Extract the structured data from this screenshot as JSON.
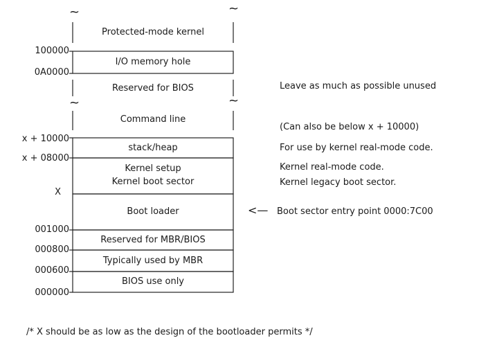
{
  "regions": [
    {
      "id": "protected-mode-kernel",
      "label": "Protected-mode kernel"
    },
    {
      "id": "io-memory-hole",
      "label": "I/O memory hole"
    },
    {
      "id": "reserved-for-bios",
      "label": "Reserved for BIOS"
    },
    {
      "id": "command-line",
      "label": "Command line"
    },
    {
      "id": "stack-heap",
      "label": "stack/heap"
    },
    {
      "id": "kernel-setup",
      "label": "Kernel setup"
    },
    {
      "id": "kernel-boot-sector",
      "label": "Kernel boot sector"
    },
    {
      "id": "boot-loader",
      "label": "Boot loader"
    },
    {
      "id": "reserved-mbr-bios",
      "label": "Reserved for MBR/BIOS"
    },
    {
      "id": "typically-mbr",
      "label": "Typically used by MBR"
    },
    {
      "id": "bios-use-only",
      "label": "BIOS use only"
    }
  ],
  "addresses": {
    "a100000": "100000",
    "a0a0000": "0A0000",
    "x10000": "x + 10000",
    "x08000": "x + 08000",
    "x": "X",
    "a001000": "001000",
    "a000800": "000800",
    "a000600": "000600",
    "a000000": "000000"
  },
  "notes": {
    "reserved_bios": "Leave as much as possible unused",
    "command_line": "(Can also be below x + 10000)",
    "stack_heap": "For use by kernel real-mode code.",
    "kernel_setup": "Kernel real-mode code.",
    "kernel_boot_sector": "Kernel legacy boot sector.",
    "boot_loader": "Boot sector entry point 0000:7C00"
  },
  "tilde": "~",
  "arrow": "<—",
  "footer": "/* X should be as low as the design of the bootloader permits */"
}
